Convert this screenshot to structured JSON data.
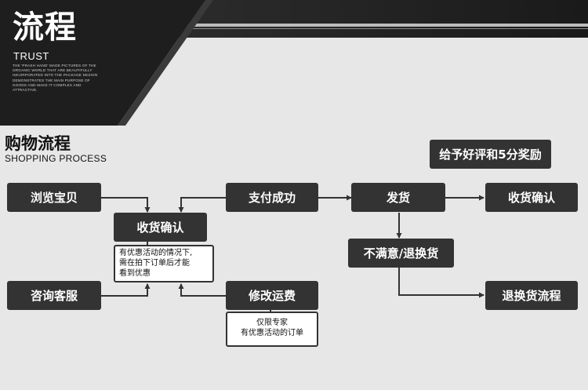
{
  "banner": {
    "title": "流程",
    "subtitle": "TRUST",
    "description": "THE 'PRASH HAND' MADE PICTURES OF THE ORGANIC WORLD THAT ARE BEAUTIFULLY INCORPORATED INTO THE PACKAGE DESIGN DEMONSTRATES THE MAIN PURPOSE OF GOODS AND MAKE IT COMPLEX AND ATTRACTIVE."
  },
  "section": {
    "title": "购物流程",
    "subtitle": "SHOPPING PROCESS"
  },
  "steps": {
    "browse": "浏览宝贝",
    "consult": "咨询客服",
    "confirm_left": "收货确认",
    "pay_success": "支付成功",
    "modify_shipping": "修改运费",
    "ship": "发货",
    "confirm_right": "收货确认",
    "unsatisfied": "不满意/退换货",
    "return_process": "退换货流程",
    "reward": "给予好评和5分奖励"
  },
  "notes": {
    "discount_l1": "有优惠活动的情况下,",
    "discount_l2": "需在拍下订单后才能",
    "discount_l3": "看到优惠",
    "expert_l1": "仅限专家",
    "expert_l2": "有优惠活动的订单"
  },
  "colors": {
    "box": "#333333",
    "background": "#e7e7e7",
    "banner": "#1e1e1e",
    "connector": "#333333"
  }
}
